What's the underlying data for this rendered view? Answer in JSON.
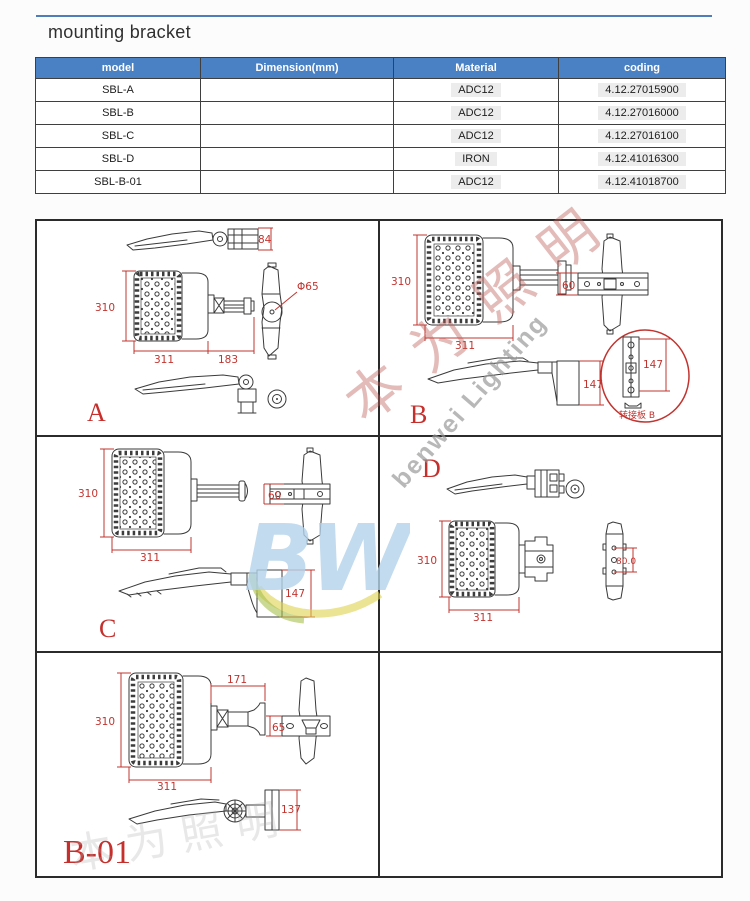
{
  "page": {
    "title": "mounting bracket"
  },
  "colors": {
    "header_blue": "#4a81c4",
    "dimension_red": "#c1342f",
    "top_rule_blue": "#4f7dbb"
  },
  "table": {
    "headers": [
      "model",
      "Dimension(mm)",
      "Material",
      "coding"
    ],
    "rows": [
      {
        "model": "SBL-A",
        "dimension": "",
        "material": "ADC12",
        "coding": "4.12.27015900"
      },
      {
        "model": "SBL-B",
        "dimension": "",
        "material": "ADC12",
        "coding": "4.12.27016000"
      },
      {
        "model": "SBL-C",
        "dimension": "",
        "material": "ADC12",
        "coding": "4.12.27016100"
      },
      {
        "model": "SBL-D",
        "dimension": "",
        "material": "IRON",
        "coding": "4.12.41016300"
      },
      {
        "model": "SBL-B-01",
        "dimension": "",
        "material": "ADC12",
        "coding": "4.12.41018700"
      }
    ]
  },
  "sections": {
    "a": {
      "label": "A",
      "dim_84": "84",
      "dim_310": "310",
      "dim_311": "311",
      "dim_183": "183",
      "dim_d65": "Φ65"
    },
    "b": {
      "label": "B",
      "dim_310": "310",
      "dim_311": "311",
      "dim_60": "60",
      "dim_147": "147",
      "detail_dim_147": "147",
      "detail_caption": "转接板 B"
    },
    "c": {
      "label": "C",
      "dim_310": "310",
      "dim_311": "311",
      "dim_60": "60",
      "dim_147": "147"
    },
    "d": {
      "label": "D",
      "dim_310": "310",
      "dim_311": "311",
      "dim_80": "80.0"
    },
    "b01": {
      "label": "B-01",
      "dim_310": "310",
      "dim_171": "171",
      "dim_311": "311",
      "dim_65": "65",
      "dim_137": "137"
    }
  },
  "watermark": {
    "logo": "BW",
    "brand_cn": "本为照明",
    "brand_en": "benwei Lighting"
  }
}
